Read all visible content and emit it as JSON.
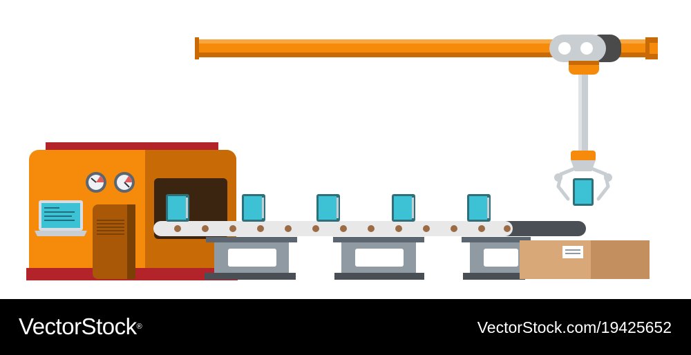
{
  "watermark": {
    "brand": "VectorStock",
    "brand_mark": "®",
    "image_id": "VectorStock.com/19425652"
  },
  "illustration": {
    "subject": "automated production line",
    "objects": [
      "factory-machine",
      "pressure-gauge",
      "pressure-gauge",
      "laptop-monitor",
      "conveyor-belt",
      "tablet-product",
      "tablet-product",
      "tablet-product",
      "tablet-product",
      "tablet-product",
      "overhead-gantry-rail",
      "robotic-claw-arm",
      "cardboard-box"
    ],
    "colors": {
      "machine": "#f58a0b",
      "machine_shadow": "#c86a05",
      "machine_roof": "#b3242a",
      "screen": "#3cc2d4",
      "belt": "#e8e8e8",
      "roller": "#9a6b45",
      "stand": "#8f9aa3",
      "box": "#d8a878",
      "footer": "#000000"
    }
  }
}
